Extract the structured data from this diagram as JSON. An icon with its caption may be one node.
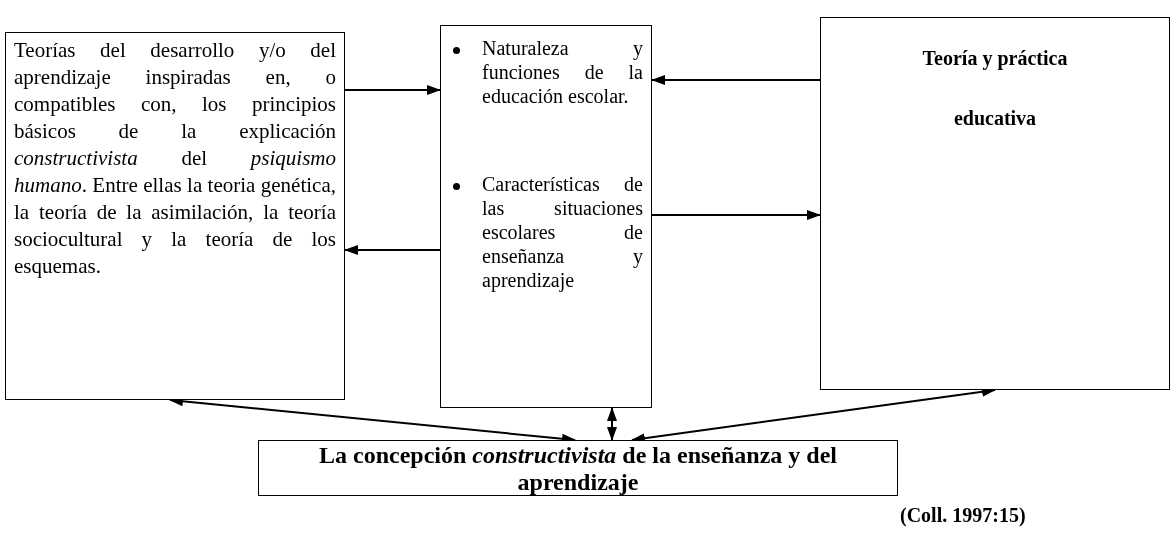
{
  "diagram": {
    "nodes": [
      {
        "text": [
          "Teorías del desarrollo y/o del aprendizaje inspiradas en, o compatibles con, los principios básicos de la explicación *constructivista* del *psiquismo humano*. Entre ellas la teoria genética, la teoría de la asimilación, la teoría sociocultural y la teoría de los esquemas."
        ]
      },
      {
        "text": [
          "Naturaleza y funciones de la educación escolar.",
          "Características de las situaciones escolares de enseñanza y aprendizaje"
        ]
      },
      {
        "text": [
          "Teoría y práctica educativa"
        ]
      },
      {
        "text": [
          "La concepción *constructivista* de la enseñanza y del aprendizaje"
        ]
      }
    ],
    "edges": [
      {
        "from": 0,
        "to": 1,
        "arrow": "to"
      },
      {
        "from": 2,
        "to": 1,
        "arrow": "to"
      },
      {
        "from": 1,
        "to": 0,
        "arrow": "to"
      },
      {
        "from": 1,
        "to": 2,
        "arrow": "to"
      },
      {
        "from": 0,
        "to": 3,
        "arrow": "both"
      },
      {
        "from": 1,
        "to": 3,
        "arrow": "both"
      },
      {
        "from": 2,
        "to": 3,
        "arrow": "both"
      }
    ],
    "labels": [
      "(Coll. 1997:15)"
    ]
  }
}
